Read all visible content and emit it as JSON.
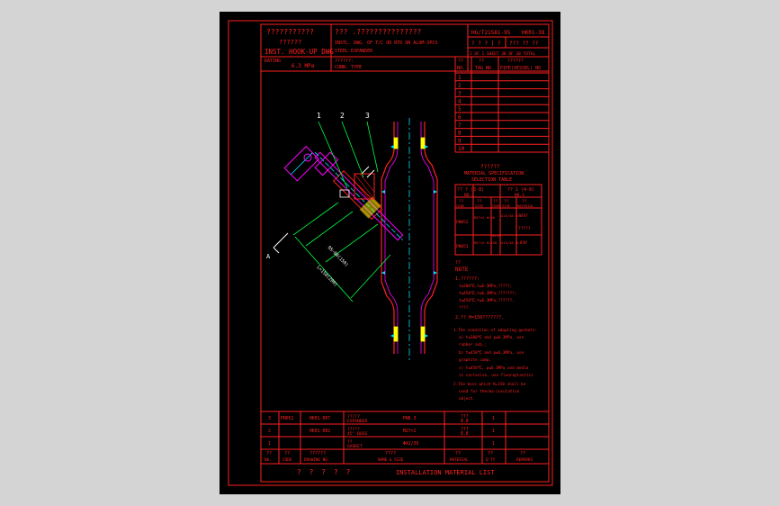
{
  "colors": {
    "frame": "#ff2020",
    "text": "#ff2020",
    "cyan": "#00e0ff",
    "green": "#00ff40",
    "magenta": "#ff00ff",
    "yellow": "#ffff00",
    "white": "#ffffff"
  },
  "title_block": {
    "company_q": "???????????",
    "company_q2": "??????",
    "drawing_type": "INST. HOOK-UP DWG",
    "title_q": "??? .???????????????",
    "title_en_1": "INSTL. DWG. OF T/C OR RTD ON ALUM-SPCS",
    "title_en_2": "STEEL EXPANDER",
    "std_no": "HG/T21581-95",
    "dwg_no": "HK01-38",
    "sheet_q": "? ? ? ] ?",
    "sheet_q2": "??? ?? ??",
    "sheet_info": "1 OF 1 SHEET 38 OF 38 TOTAL",
    "rating_label": "RATING",
    "rating_value": "6.3 MPa",
    "conn_type_q": "??????:",
    "conn_type": "CONN. TYPE"
  },
  "tag_table": {
    "header_q": [
      "??",
      "??",
      "??????"
    ],
    "header": [
      "NO.",
      "TAG NO",
      "PIPE(VESSEL) NO"
    ],
    "rows": [
      "1",
      "2",
      "3",
      "4",
      "5",
      "6",
      "7",
      "8",
      "9",
      "10"
    ]
  },
  "material_spec": {
    "title_q": "??????",
    "title_1": "MATERIAL SPECIFICATION",
    "title_2": "SELECTION TABLE",
    "col1_q": "?? ? (3-8)",
    "col1": "NO.2",
    "col2_q": "?? 1 (4-8)",
    "col2": "NO.1",
    "sub_q": [
      "??",
      "??",
      "??",
      "??",
      "??"
    ],
    "sub": [
      "CODE",
      "SIZE",
      "CODE",
      "SIZE",
      "MATERIAL"
    ],
    "r1": [
      "PN052",
      "M27×2 H=90",
      "",
      "A15/38 d=8.5",
      "????"
    ],
    "r1_b": "",
    "r1_c": "",
    "r1_d": "",
    "r1_e": "?????",
    "r2": [
      "PN053",
      "M27×2 H=150",
      "M27×2",
      "A15/38 d=8.5",
      "???"
    ]
  },
  "notes": {
    "label_q": "??",
    "label": "NOTE",
    "n1_q": "1.??????:",
    "n1a": "t≤300℃,t≤6.3MPa,?????;",
    "n1b": "t≤450℃,t≤6.3MPa,???????;",
    "n1c": "t≤450℃,t≤6.3MPa,??????,",
    "n1d": "????.",
    "n2_q": "2.?? H=150???????.",
    "e1": "1.The condition of adopting gaskets:",
    "e1a": "a) t≤300℃ and p≤6.3MPa, use",
    "e1b": "rubber asb.;",
    "e1c": "b) t≤450℃ and p≤6.3MPa, use",
    "e1d": "graphite comp.",
    "e1e": "c) t≤450℃, p≤6.3MPa and media",
    "e1f": "is corrosive, use fluoroplastics",
    "e2": "2.The boss which H=150 shall be",
    "e2a": "used for thermo-insulation",
    "e2b": "object."
  },
  "parts": {
    "rows": [
      {
        "no": "3",
        "code": "PN052",
        "part": "HK01-D07",
        "name_q": "?????",
        "name": "EXPANDER",
        "size": "PN6.3",
        "mat_q": "???",
        "mat": "8.8",
        "qty": "1",
        "rem": ""
      },
      {
        "no": "2",
        "code": "",
        "part": "HK01-D02",
        "name_q": "?????",
        "name": "45° BOSS",
        "size": "M27×2",
        "mat_q": "???",
        "mat": "8.8",
        "qty": "1",
        "rem": ""
      },
      {
        "no": "1",
        "code": "",
        "part": "",
        "name_q": "??",
        "name": "GASKET",
        "size": "Φ42/36",
        "mat_q": "",
        "mat": "",
        "qty": "1",
        "rem": ""
      }
    ],
    "header_q": [
      "??",
      "??",
      "??????",
      "????",
      "??",
      "??",
      "??"
    ],
    "header": [
      "NO.",
      "CODE",
      "DRAWING NO.",
      "NAME & SIZE",
      "MATERIAL",
      "Q'TY",
      "REMARKS"
    ],
    "footer_q": "? ? ? ? ?",
    "footer": "INSTALLATION MATERIAL LIST"
  },
  "drawing": {
    "callouts": [
      "1",
      "2",
      "3"
    ],
    "section_mark": "A",
    "dim_1": "95~80(150)",
    "dim_2": "L=150(200)"
  }
}
